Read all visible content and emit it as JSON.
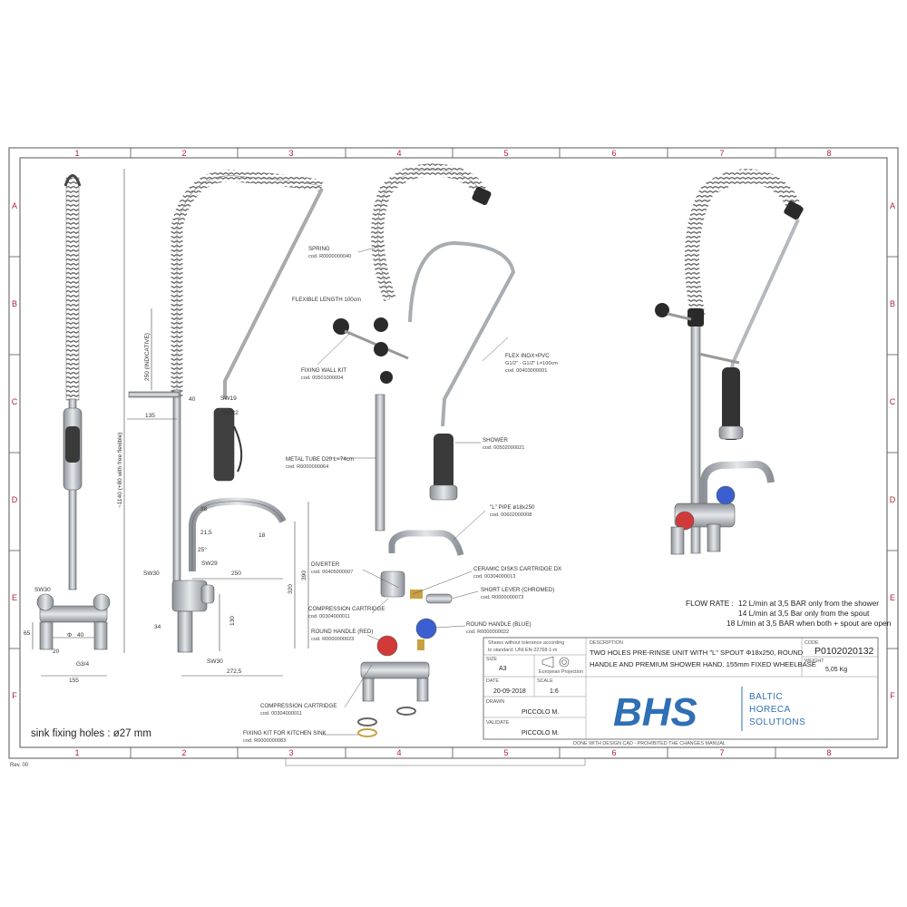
{
  "grid": {
    "columns": [
      "1",
      "2",
      "3",
      "4",
      "5",
      "6",
      "7",
      "8"
    ],
    "rows": [
      "A",
      "B",
      "C",
      "D",
      "E",
      "F"
    ]
  },
  "dimensions": {
    "total_height": "~1140 (+80 with free flexible)",
    "indicative": "250 (INDICATIVE)",
    "d135": "135",
    "d40": "40",
    "sw19": "SW19",
    "sw22": "SW22",
    "d38": "38",
    "d215": "21,5",
    "d18": "18",
    "d25": "25°",
    "sw29": "SW29",
    "sw30_top": "SW30",
    "d250": "250",
    "d320": "320",
    "d390": "390",
    "d130": "130",
    "d34": "34",
    "sw30_bottom": "SW30",
    "d2725": "272,5",
    "sw30_left": "SW30",
    "d65": "65",
    "d40b": "40",
    "phi": "Φ",
    "r": "20",
    "g34": "G3/4",
    "d155": "155",
    "flex_len": "FLEXIBLE LENGTH 100cm"
  },
  "parts": [
    {
      "name": "SPRING",
      "code": "cod. R0000000040"
    },
    {
      "name": "FIXING WALL KIT",
      "code": "cod. 00501000004"
    },
    {
      "name": "FLEX INOX+PVC",
      "spec": "G1/2\" - G1/2\" L=100cm",
      "code": "cod. 00403000001"
    },
    {
      "name": "SHOWER",
      "code": "cod. 00502000021"
    },
    {
      "name": "METAL TUBE D20 L=74cm",
      "code": "cod. R0000000064"
    },
    {
      "name": "\"L\" PIPE ø18x250",
      "code": "cod. 00602000008"
    },
    {
      "name": "DIVERTER",
      "code": "cod. 00405000007"
    },
    {
      "name": "CERAMIC DISKS CARTRIDGE DX",
      "code": "cod. 00304000013"
    },
    {
      "name": "SHORT LEVER (CHROMED)",
      "code": "cod. R0000000073"
    },
    {
      "name": "COMPRESSION CARTRIDGE",
      "code": "cod. 00304000011"
    },
    {
      "name": "ROUND HANDLE (BLUE)",
      "code": "cod. R0000000022"
    },
    {
      "name": "ROUND HANDLE (RED)",
      "code": "cod. R0000000023"
    },
    {
      "name": "COMPRESSION CARTRIDGE",
      "code": "cod. 00304000011"
    },
    {
      "name": "FIXING KIT FOR KITCHEN SINK",
      "code": "cod. R0000000083"
    }
  ],
  "flow_rate": {
    "label": "FLOW RATE :",
    "lines": [
      "12 L/min at 3,5 BAR only from the shower",
      "14 L/min at 3,5 Bar only from the spout",
      "18 L/min at 3,5 BAR when both + spout are open"
    ]
  },
  "note": "sink fixing holes : ø27 mm",
  "revision": "Rev. 00",
  "title_block": {
    "tolerance_line1": "Shares without tolerance according",
    "tolerance_line2": "to standard: UNI-EN-22768-1-m",
    "size_label": "SIZE",
    "size": "A3",
    "projection": "European Projection",
    "date_label": "DATE",
    "date": "20-09-2018",
    "scale_label": "SCALE",
    "scale": "1:6",
    "drawn_label": "DRAWN",
    "drawn": "PICCOLO M.",
    "validate_label": "VALIDATE",
    "validate": "PICCOLO M.",
    "description_label": "DESCRIPTION",
    "description_line1": "TWO HOLES PRE-RINSE UNIT WITH \"L\" SPOUT Φ18x250, ROUND",
    "description_line2": "HANDLE AND PREMIUM SHOWER HAND. 155mm FIXED WHEELBASE",
    "code_label": "CODE",
    "code": "P0102020132",
    "weight_label": "WEIGHT",
    "weight": "5,05 Kg",
    "footer": "DONE WITH DESIGN CAD - PROHIBITED THE CHANGES MANUAL",
    "logo": "BHS",
    "company_line1": "BALTIC",
    "company_line2": "HORECA",
    "company_line3": "SOLUTIONS"
  },
  "colors": {
    "frame": "#555555",
    "grid_text": "#b0203a",
    "logo_blue": "#2f6fb5",
    "handle_red": "#d23a3a",
    "handle_blue": "#3b5fd0",
    "steel": "#b8bcc2",
    "dark": "#2a2a2a",
    "brass": "#c8a040"
  }
}
